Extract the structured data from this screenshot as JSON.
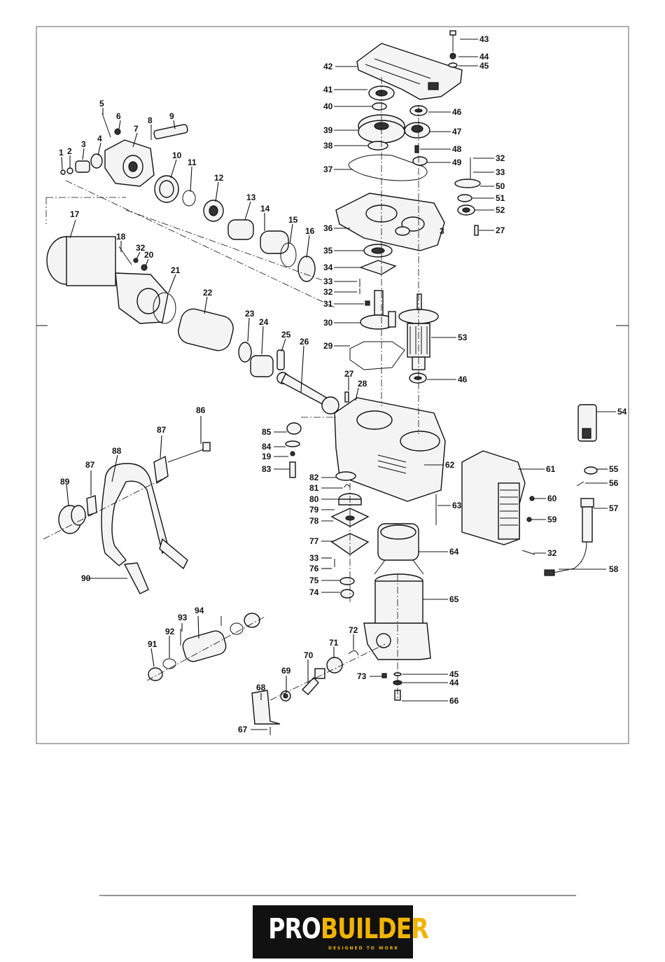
{
  "frame": {
    "border_color": "#7a7a7a"
  },
  "footer": {
    "rule_color": "#555555"
  },
  "logo": {
    "brand_part1": "PRO",
    "brand_part2": "BUILDER",
    "tagline": "DESIGNED TO WORK",
    "colors": {
      "background": "#111111",
      "pro": "#ffffff",
      "builder": "#f2b400"
    }
  },
  "callouts": [
    "1",
    "2",
    "3",
    "4",
    "5",
    "6",
    "7",
    "8",
    "9",
    "10",
    "11",
    "12",
    "13",
    "14",
    "15",
    "16",
    "17",
    "18",
    "19",
    "20",
    "21",
    "22",
    "23",
    "24",
    "25",
    "26",
    "27",
    "28",
    "29",
    "30",
    "31",
    "32",
    "33",
    "34",
    "35",
    "36",
    "37",
    "38",
    "39",
    "40",
    "41",
    "42",
    "43",
    "44",
    "45",
    "46",
    "47",
    "48",
    "49",
    "50",
    "51",
    "52",
    "53",
    "54",
    "55",
    "56",
    "57",
    "58",
    "59",
    "60",
    "61",
    "62",
    "63",
    "64",
    "65",
    "66",
    "67",
    "68",
    "69",
    "70",
    "71",
    "72",
    "73",
    "74",
    "75",
    "76",
    "77",
    "78",
    "79",
    "80",
    "81",
    "82",
    "83",
    "84",
    "85",
    "86",
    "87",
    "88",
    "89",
    "90",
    "91",
    "92",
    "93",
    "94"
  ],
  "callouts_repeat": [
    "3",
    "27",
    "32",
    "32",
    "32",
    "33",
    "33",
    "44",
    "45",
    "46",
    "87"
  ]
}
